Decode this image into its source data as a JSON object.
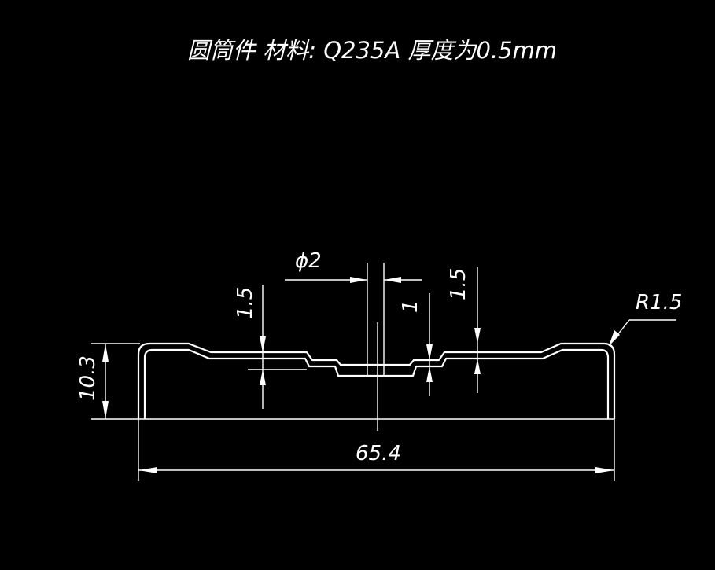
{
  "title": "圆筒件  材料: Q235A  厚度为0.5mm",
  "dimensions": {
    "width": "65.4",
    "height": "10.3",
    "hole_diameter": "ϕ2",
    "step_left": "1.5",
    "step_right": "1.5",
    "step_center": "1",
    "radius": "R1.5"
  },
  "colors": {
    "background": "#000000",
    "lines": "#ffffff"
  }
}
